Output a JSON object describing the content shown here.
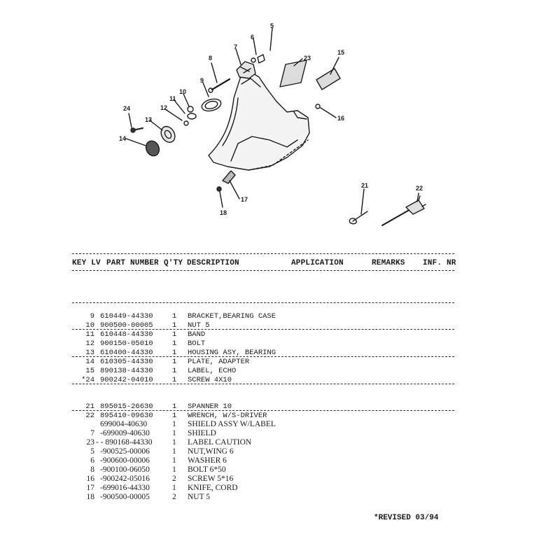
{
  "callouts": [
    "5",
    "6",
    "7",
    "8",
    "9",
    "10",
    "11",
    "12",
    "13",
    "14",
    "15",
    "16",
    "17",
    "18",
    "21",
    "22",
    "23",
    "24"
  ],
  "table": {
    "headers": [
      "KEY LV",
      "PART NUMBER",
      "Q'TY",
      "DESCRIPTION",
      "APPLICATION",
      "REMARKS",
      "INF. NR"
    ],
    "group1": [
      {
        "key": "9",
        "part": "610449-44330",
        "qty": "1",
        "desc": "BRACKET,BEARING CASE",
        "ul": false
      },
      {
        "key": "10",
        "part": "900500-00005",
        "qty": "1",
        "desc": "NUT 5",
        "ul": true
      },
      {
        "key": "11",
        "part": "610448-44330",
        "qty": "1",
        "desc": "BAND",
        "ul": false
      },
      {
        "key": "12",
        "part": "900150-05010",
        "qty": "1",
        "desc": "BOLT",
        "ul": false
      },
      {
        "key": "13",
        "part": "610400-44330",
        "qty": "1",
        "desc": "HOUSING ASY, BEARING",
        "ul": true
      },
      {
        "key": "14",
        "part": "610305-44330",
        "qty": "1",
        "desc": "PLATE, ADAPTER",
        "ul": false
      },
      {
        "key": "15",
        "part": "890138-44330",
        "qty": "1",
        "desc": "LABEL, ECHO",
        "ul": false
      },
      {
        "key": "*24",
        "part": "900242-04010",
        "qty": "1",
        "desc": "SCREW 4X10",
        "ul": true
      }
    ],
    "group2": [
      {
        "key": "21",
        "part": "895015-26630",
        "qty": "1",
        "desc": "SPANNER 10",
        "ul": true
      },
      {
        "key": "22",
        "part": "895410-09630",
        "qty": "1",
        "desc": "WRENCH, W/S-DRIVER",
        "ul": false
      },
      {
        "key": "",
        "part": "699004-40630",
        "qty": "1",
        "desc": "SHIELD ASSY W/LABEL",
        "ul": false
      },
      {
        "key": "7",
        "part": "-699009-40630",
        "qty": "1",
        "desc": "SHIELD",
        "ul": false
      },
      {
        "key": "23",
        "part": "- - 890168-44330",
        "qty": "1",
        "desc": "LABEL CAUTION",
        "ul": false
      },
      {
        "key": "5",
        "part": "-900525-00006",
        "qty": "1",
        "desc": "NUT,WING 6",
        "ul": false
      },
      {
        "key": "6",
        "part": "-900600-00006",
        "qty": "1",
        "desc": "WASHER 6",
        "ul": false
      },
      {
        "key": "8",
        "part": "-900100-06050",
        "qty": "1",
        "desc": "BOLT 6*50",
        "ul": false
      },
      {
        "key": "16",
        "part": "-900242-05016",
        "qty": "2",
        "desc": "SCREW 5*16",
        "ul": false
      },
      {
        "key": "17",
        "part": "-699016-44330",
        "qty": "1",
        "desc": "KNIFE, CORD",
        "ul": false
      },
      {
        "key": "18",
        "part": "-900500-00005",
        "qty": "2",
        "desc": "NUT 5",
        "ul": false
      }
    ]
  },
  "footer_note": "*REVISED 03/94"
}
